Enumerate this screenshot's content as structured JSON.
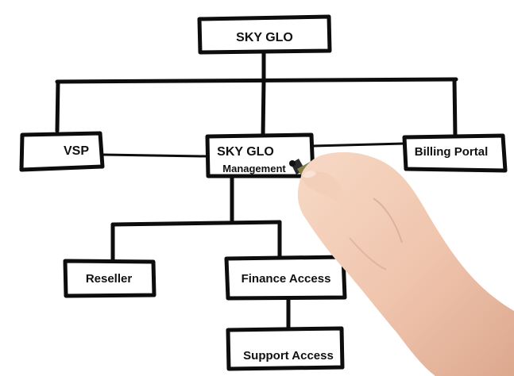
{
  "diagram": {
    "root": {
      "label": "SKY GLO"
    },
    "vsp": {
      "label": "VSP"
    },
    "management": {
      "label_line1": "SKY GLO",
      "label_line2": "Management"
    },
    "billing": {
      "label": "Billing Portal"
    },
    "reseller": {
      "label": "Reseller"
    },
    "finance": {
      "label": "Finance Access"
    },
    "support": {
      "label": "Support Access"
    }
  },
  "illustration": {
    "hand_icon": "hand-holding-marker",
    "marker_icon": "marker-pen",
    "skin_color": "#f0c8b2",
    "marker_body_color": "#6b6a3a",
    "marker_cap_color": "#1a1a1a"
  }
}
